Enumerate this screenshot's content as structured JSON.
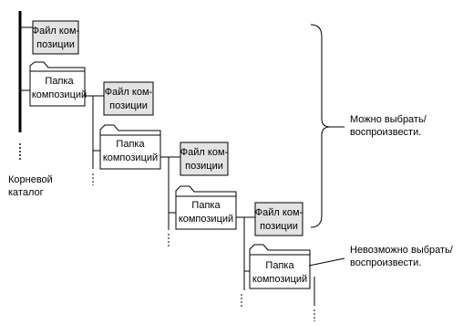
{
  "file_label": {
    "line1": "Файл ком-",
    "line2": "позиции"
  },
  "folder_label": {
    "line1": "Папка",
    "line2": "композиций"
  },
  "root": {
    "line1": "Корневой",
    "line2": "каталог"
  },
  "selectable_note": {
    "line1": "Можно выбрать/",
    "line2": "воспроизвести."
  },
  "not_selectable_note": {
    "line1": "Невозможно выбрать/",
    "line2": "воспроизвести."
  },
  "colors": {
    "file_fill": "#e3e3e3",
    "folder_fill": "#ffffff",
    "line": "#000000"
  },
  "icons": {
    "file": "file-box",
    "folder": "folder-tab-shape"
  }
}
